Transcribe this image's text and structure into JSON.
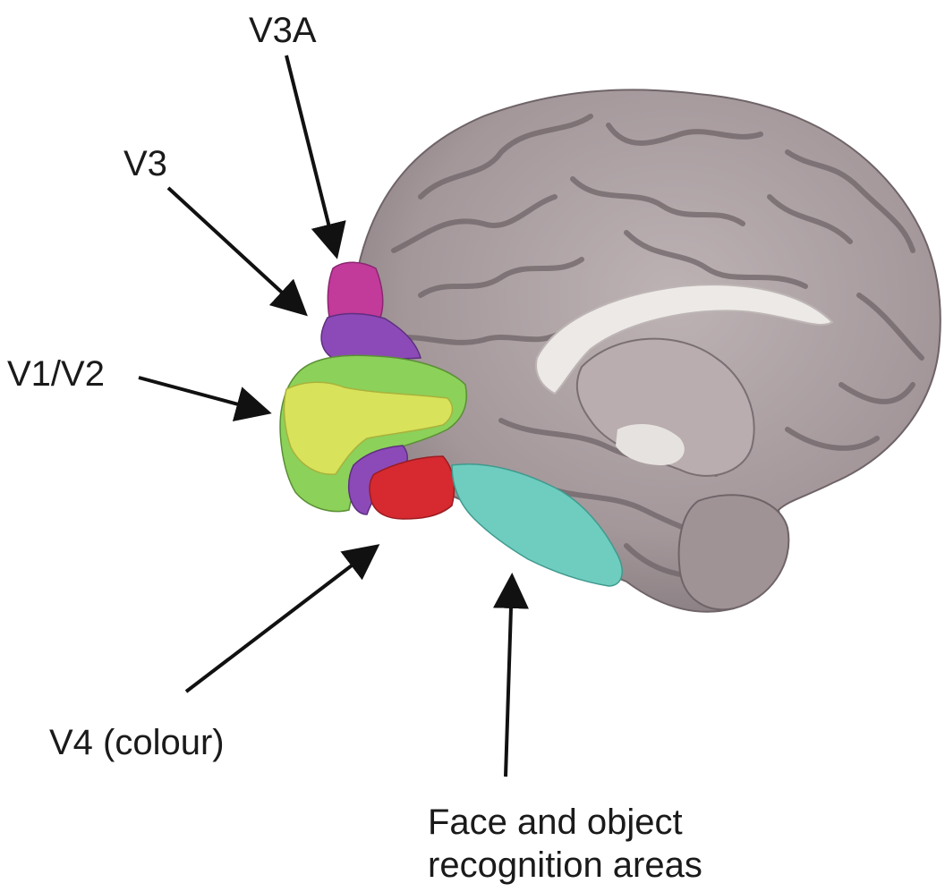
{
  "labels": {
    "v3a": "V3A",
    "v3": "V3",
    "v1v2": "V1/V2",
    "v4": "V4 (colour)",
    "face_line1": "Face and object",
    "face_line2": "recognition areas"
  },
  "colors": {
    "brain": "#a79b9e",
    "brain_dark": "#7e7275",
    "brain_light": "#c8bec0",
    "white_matter": "#e9e6e4",
    "v3a": "#c23a9a",
    "v3": "#8c4ab8",
    "v1v2_outer": "#8cd15a",
    "v1v2_inner": "#d8e25a",
    "v4": "#d62a30",
    "face_object": "#6fcdbf",
    "arrow": "#111111"
  }
}
